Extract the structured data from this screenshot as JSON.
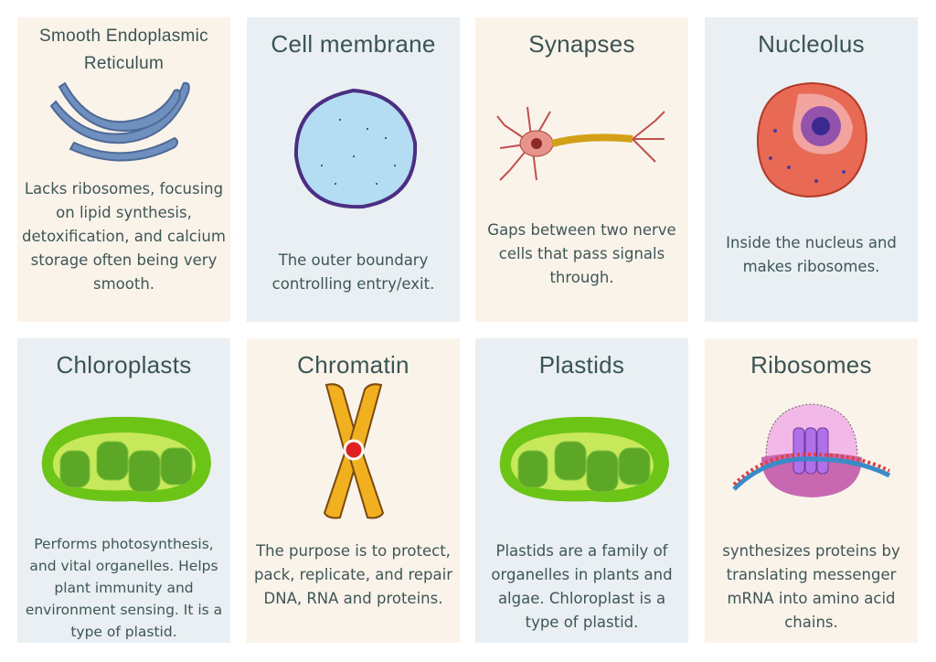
{
  "cards": [
    {
      "title": "Smooth Endoplasmic Reticulum",
      "description": "Lacks ribosomes, focusing on lipid synthesis, detoxification, and calcium storage often being very smooth.",
      "icon": "smooth-er-icon"
    },
    {
      "title": "Cell membrane",
      "description": "The outer boundary controlling entry/exit.",
      "icon": "cell-membrane-icon"
    },
    {
      "title": "Synapses",
      "description": "Gaps between two nerve cells that pass signals through.",
      "icon": "neuron-icon"
    },
    {
      "title": "Nucleolus",
      "description": "Inside the nucleus and makes ribosomes.",
      "icon": "nucleus-icon"
    },
    {
      "title": "Chloroplasts",
      "description": "Performs photosynthesis, and vital organelles. Helps plant immunity and environment sensing. It is a type of plastid.",
      "icon": "chloroplast-icon"
    },
    {
      "title": "Chromatin",
      "description": "The purpose is to protect, pack, replicate, and repair DNA, RNA and proteins.",
      "icon": "chromosome-icon"
    },
    {
      "title": "Plastids",
      "description": "Plastids are a family of organelles in plants and algae. Chloroplast is a type of plastid.",
      "icon": "plastid-icon"
    },
    {
      "title": "Ribosomes",
      "description": "synthesizes proteins by translating messenger mRNA into amino acid chains.",
      "icon": "ribosome-icon"
    }
  ],
  "colors": {
    "peach": "#faf3ea",
    "blue": "#e9eff2",
    "text": "#3e5656"
  }
}
